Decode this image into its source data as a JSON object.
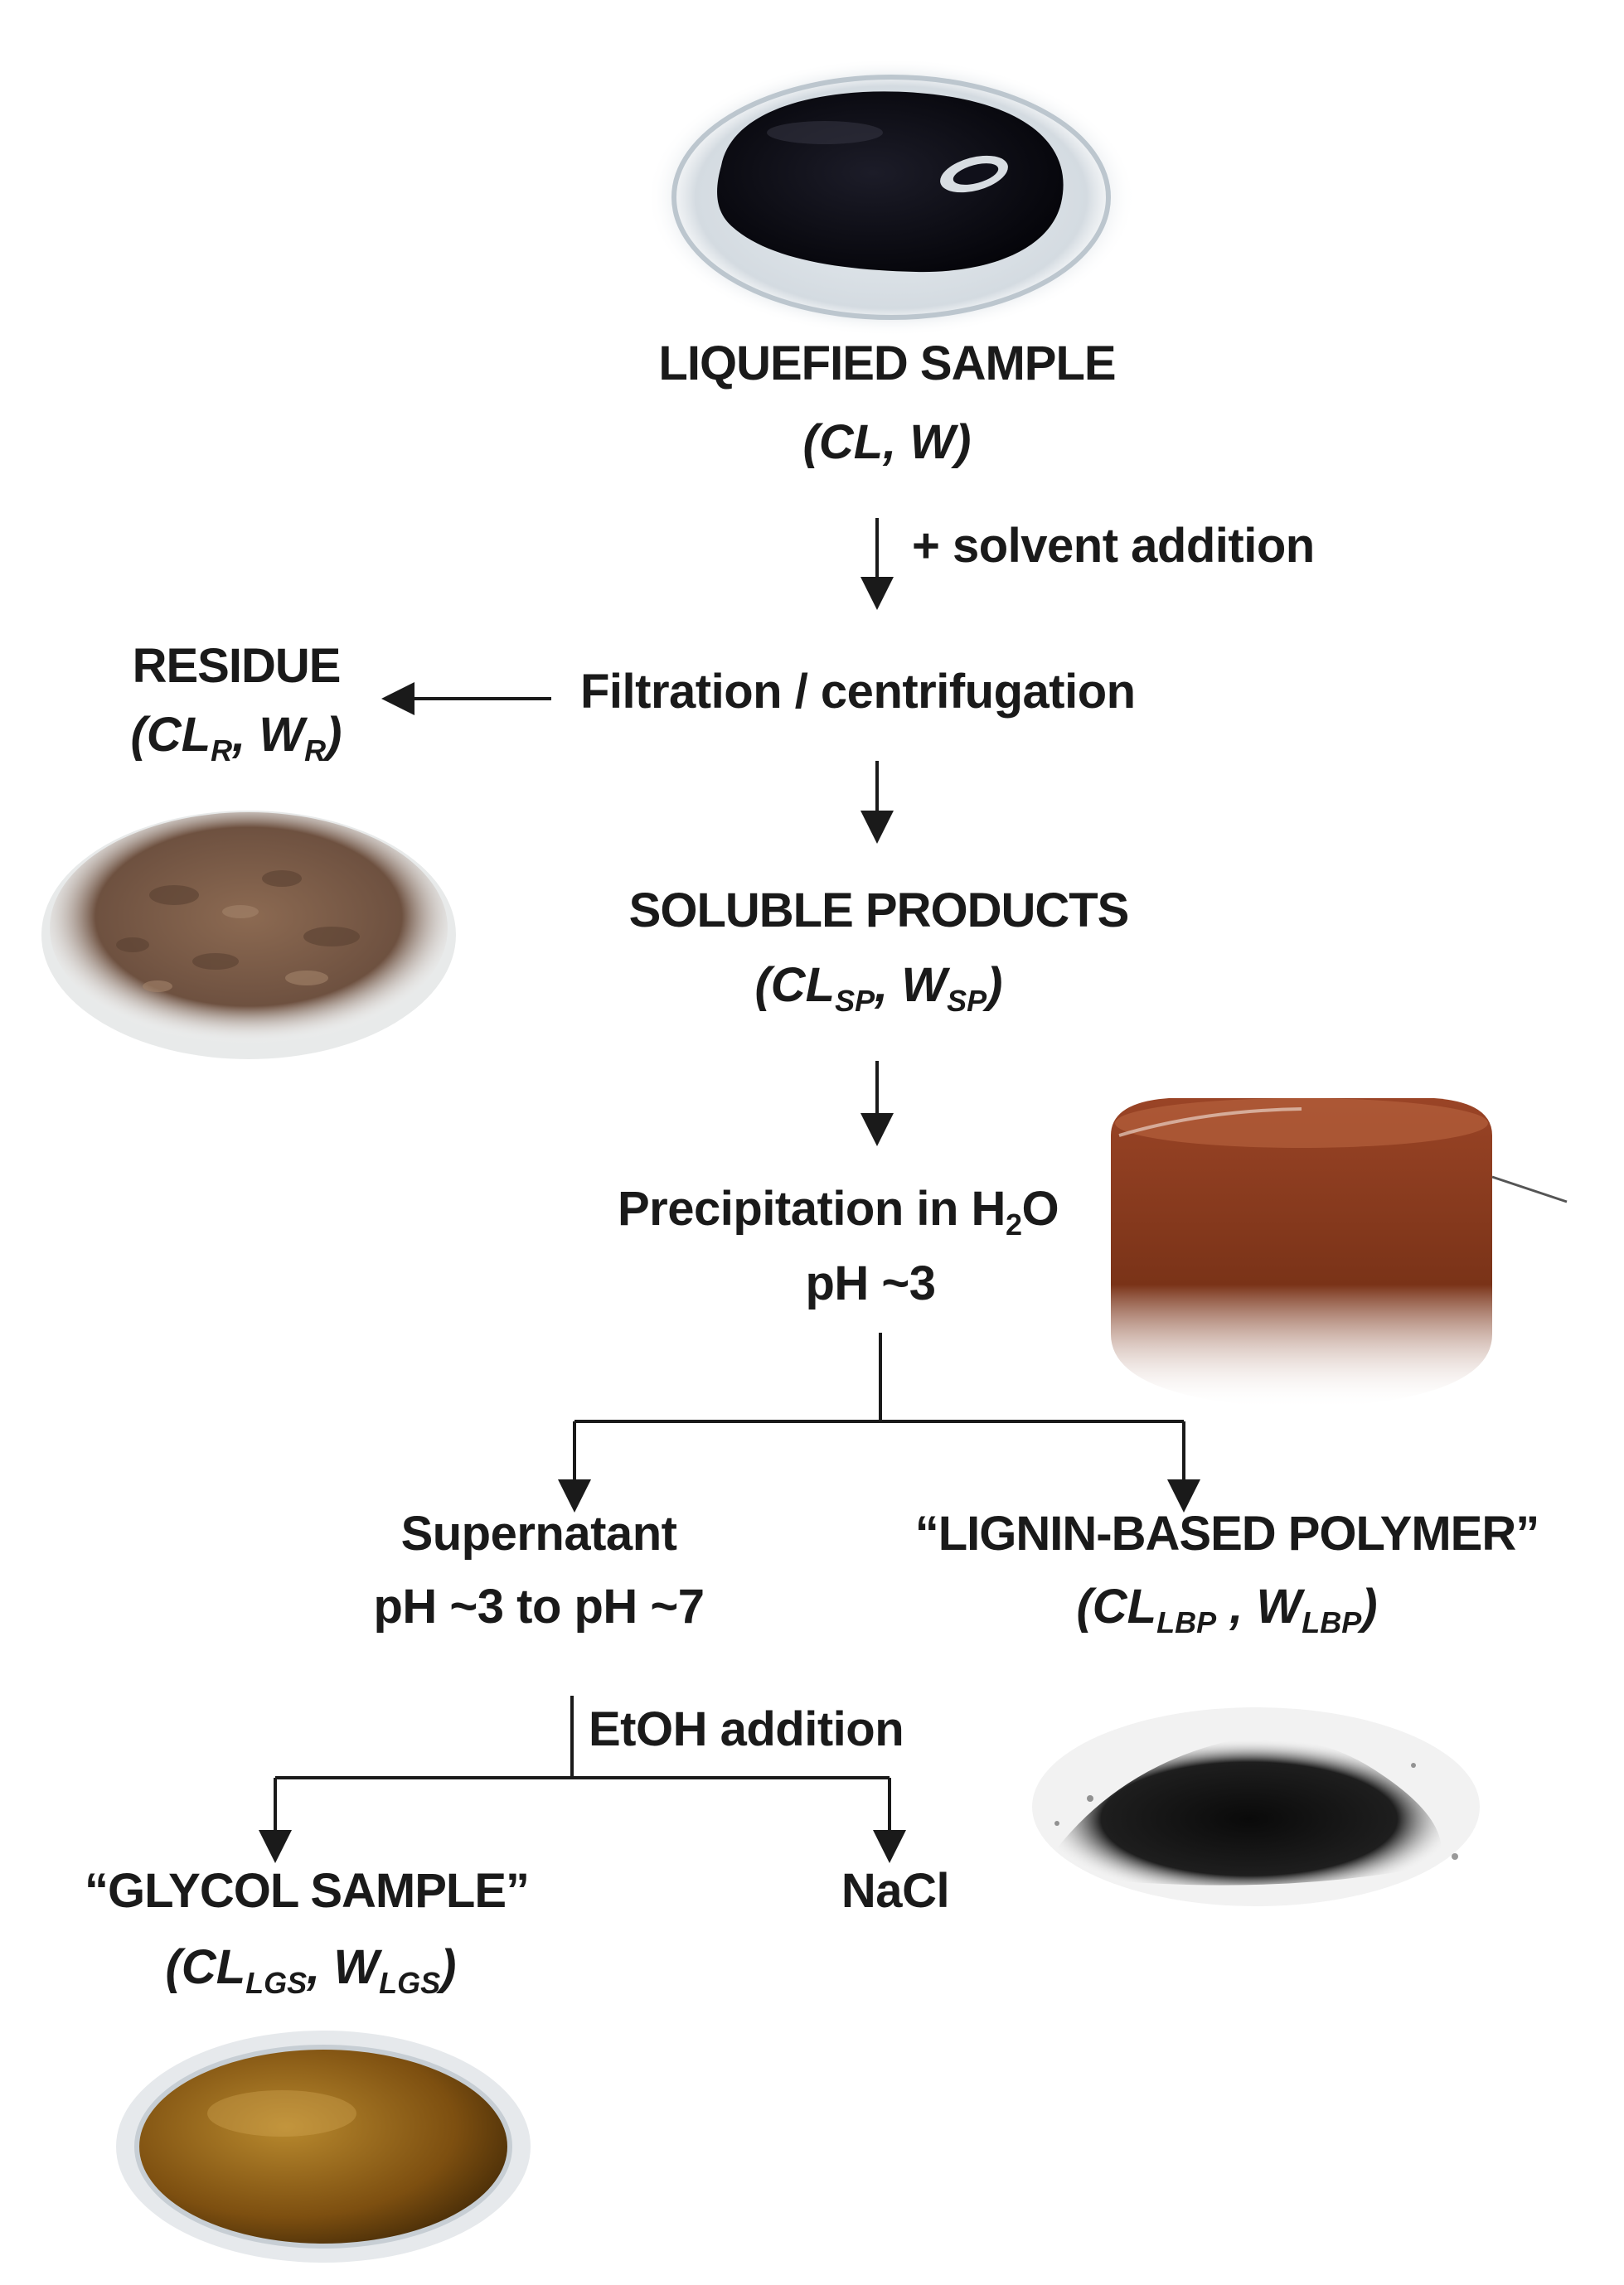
{
  "flow": {
    "liquefied": {
      "title": "LIQUEFIED SAMPLE",
      "symbols": "(CL, W)"
    },
    "solvent_step": "+ solvent addition",
    "filtration_step": "Filtration / centrifugation",
    "residue": {
      "title": "RESIDUE",
      "open": "(CL",
      "sub1": "R",
      "mid": ", W",
      "sub2": "R",
      "close": ")"
    },
    "soluble": {
      "title": "SOLUBLE PRODUCTS",
      "open": "(CL",
      "sub1": "SP",
      "mid": ", W",
      "sub2": "SP",
      "close": ")"
    },
    "precipitation": {
      "line1_main": "Precipitation in H",
      "line1_sub": "2",
      "line1_end": "O",
      "line2": "pH ~3"
    },
    "supernatant": {
      "title": "Supernatant",
      "ph": "pH ~3 to pH ~7"
    },
    "lbp": {
      "title": "“LIGNIN-BASED POLYMER”",
      "open": "(CL",
      "sub1": "LBP",
      "mid": " , W",
      "sub2": "LBP",
      "close": ")"
    },
    "etoh_step": "EtOH addition",
    "glycol": {
      "title": "“GLYCOL SAMPLE”",
      "open": "(CL",
      "sub1": "LGS",
      "mid": ", W",
      "sub2": "LGS",
      "close": ")"
    },
    "nacl": "NaCl"
  },
  "photos": {
    "liquefied_dish": "black viscous liquid in petri dish",
    "residue_powder": "brown powder pile",
    "precipitation_beaker": "brown suspension in beaker",
    "lbp_powder": "black powder pile",
    "glycol_dish": "amber liquid in petri dish"
  },
  "colors": {
    "ink": "#1a1a1a",
    "liquid_black": "#0b0b12",
    "residue_brown": "#7a5a44",
    "suspension_brown": "#8a3d1e",
    "powder_black": "#141414",
    "glycol_amber": "#8a5a14"
  }
}
